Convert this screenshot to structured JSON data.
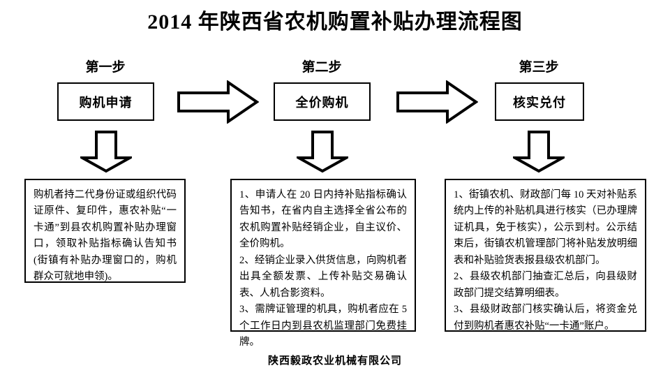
{
  "document": {
    "title": "2014 年陕西省农机购置补贴办理流程图",
    "footer": "陕西毅政农业机械有限公司"
  },
  "steps": [
    {
      "caption": "第一步",
      "box_label": "购机申请"
    },
    {
      "caption": "第二步",
      "box_label": "全价购机"
    },
    {
      "caption": "第三步",
      "box_label": "核实兑付"
    }
  ],
  "details": [
    {
      "paragraphs": [
        "购机者持二代身份证或组织代码证原件、复印件，惠农补贴“一卡通”到县农机购置补贴办理窗口，领取补贴指标确认告知书(街镇有补贴办理窗口的，购机群众可就地申领)。"
      ]
    },
    {
      "paragraphs": [
        "1、申请人在 20 日内持补贴指标确认告知书，在省内自主选择全省公布的农机购置补贴经销企业，自主议价、全价购机。",
        "2、经销企业录入供货信息，向购机者出具全额发票、上传补贴交易确认表、人机合影资料。",
        "3、需牌证管理的机具，购机者应在 5 个工作日内到县农机监理部门免费挂牌。"
      ]
    },
    {
      "paragraphs": [
        "1、街镇农机、财政部门每 10 天对补贴系统内上传的补贴机具进行核实（已办理牌证机具，免于核实），公示到村。公示结束后，街镇农机管理部门将补贴发放明细表和补贴验货表报县级农机部门。",
        "2、县级农机部门抽查汇总后，向县级财政部门提交结算明细表。",
        "3、县级财政部门核实确认后，将资金兑付到购机者惠农补贴“一卡通”账户。"
      ]
    }
  ],
  "arrows": {
    "horizontal_icon": "arrow-right-icon",
    "down_icon": "arrow-down-icon"
  },
  "colors": {
    "ink": "#000000",
    "paper": "#ffffff"
  }
}
